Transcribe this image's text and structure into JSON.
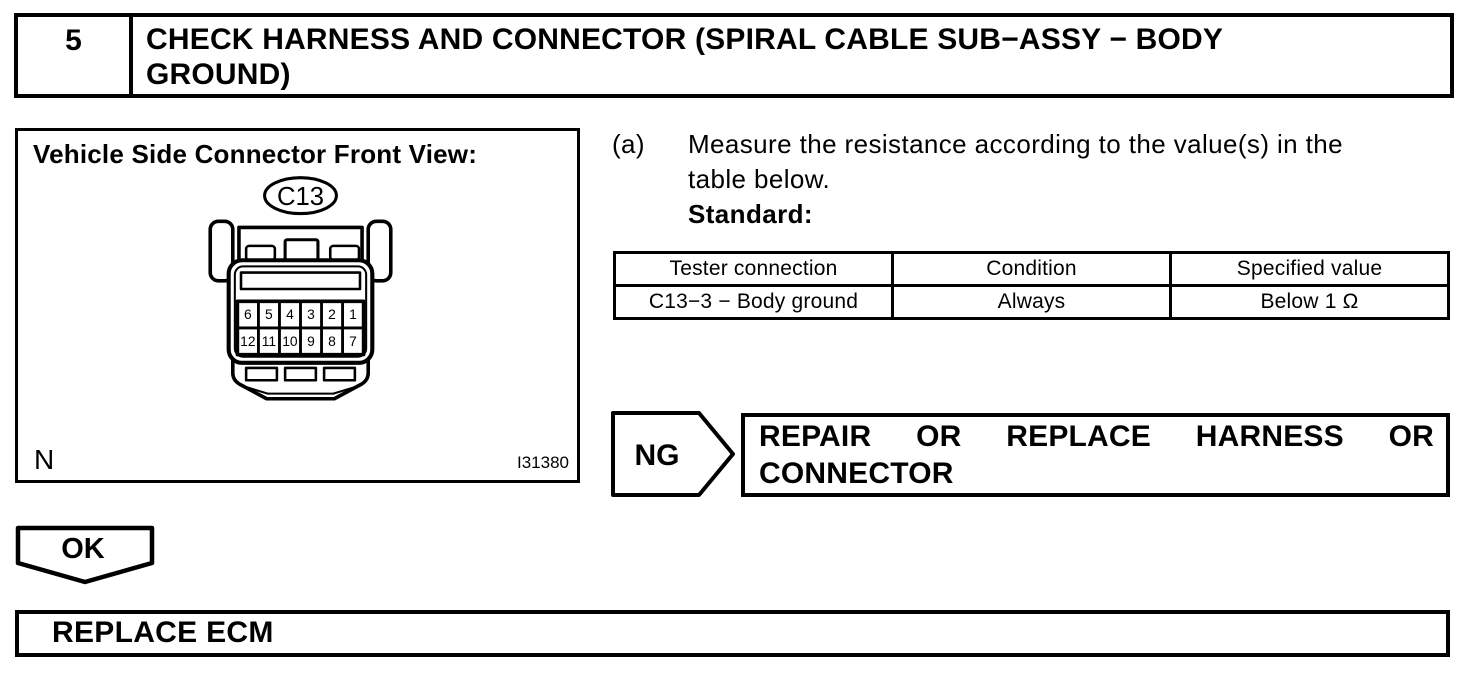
{
  "colors": {
    "ink": "#000000",
    "paper": "#ffffff"
  },
  "step_header": {
    "number": "5",
    "title_line1": "CHECK HARNESS AND CONNECTOR (SPIRAL CABLE SUB−ASSY − BODY",
    "title_line2": "GROUND)"
  },
  "figure": {
    "title": "Vehicle Side Connector Front View:",
    "connector_label": "C13",
    "pins_top_row": [
      "6",
      "5",
      "4",
      "3",
      "2",
      "1"
    ],
    "pins_bottom_row": [
      "12",
      "11",
      "10",
      "9",
      "8",
      "7"
    ],
    "corner_left": "N",
    "corner_right": "I31380"
  },
  "procedure": {
    "item_label": "(a)",
    "lines": [
      "Measure the resistance according to the value(s) in the",
      "table below."
    ],
    "standard_label": "Standard:"
  },
  "spec_table": {
    "headers": [
      "Tester connection",
      "Condition",
      "Specified value"
    ],
    "rows": [
      [
        "C13−3 − Body ground",
        "Always",
        "Below 1 Ω"
      ]
    ]
  },
  "ng_branch": {
    "label": "NG",
    "action_line1": "REPAIR OR REPLACE HARNESS OR",
    "action_line2": "CONNECTOR"
  },
  "ok_branch": {
    "label": "OK"
  },
  "final_action": {
    "label": "REPLACE ECM"
  }
}
